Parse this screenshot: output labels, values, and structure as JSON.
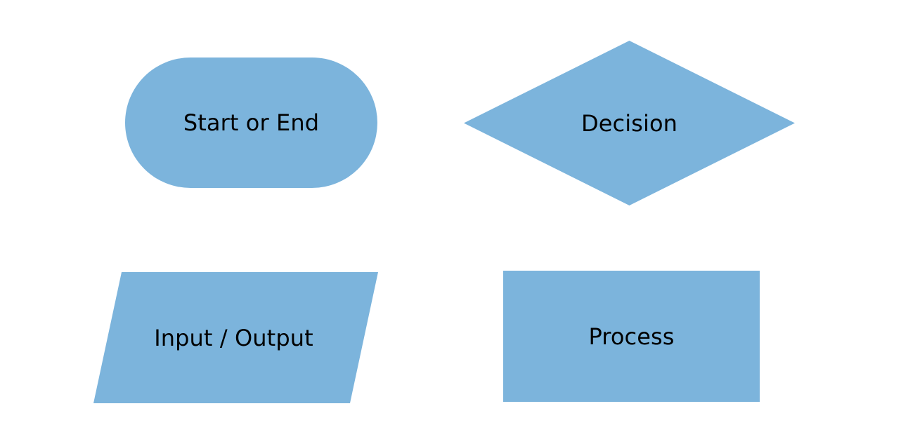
{
  "diagram": {
    "type": "flowchart-shape-legend",
    "background_color": "#ffffff",
    "shape_fill_color": "#7cb4dc",
    "label_text_color": "#000000",
    "shapes": [
      {
        "id": "terminator",
        "label": "Start or End",
        "geometry": "stadium",
        "icon_name": "stadium-shape"
      },
      {
        "id": "decision",
        "label": "Decision",
        "geometry": "diamond",
        "icon_name": "diamond-shape"
      },
      {
        "id": "input-output",
        "label": "Input / Output",
        "geometry": "parallelogram",
        "icon_name": "parallelogram-shape"
      },
      {
        "id": "process",
        "label": "Process",
        "geometry": "rectangle",
        "icon_name": "rectangle-shape"
      }
    ]
  }
}
